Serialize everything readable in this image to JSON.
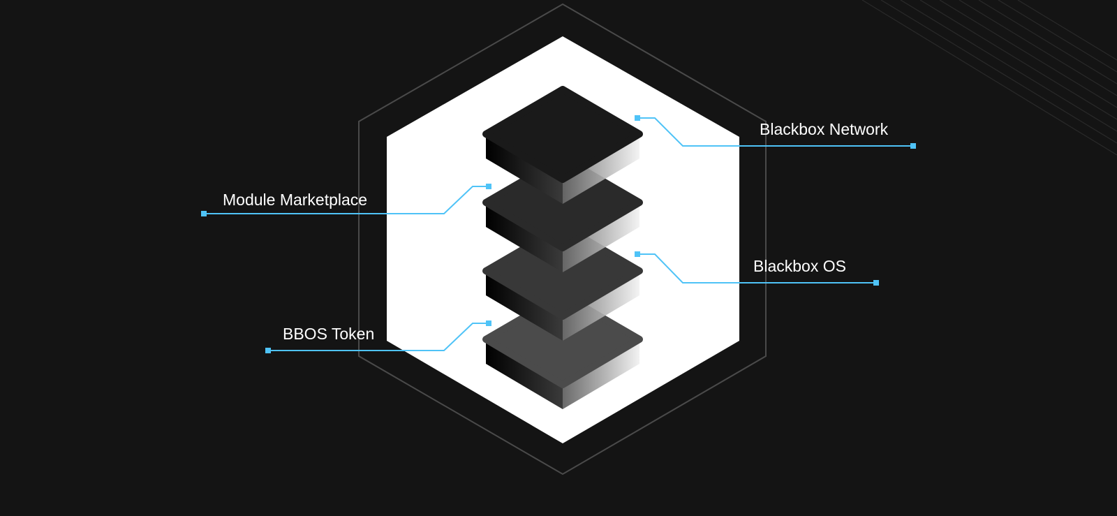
{
  "colors": {
    "background": "#141414",
    "accent": "#4fc3f7",
    "hexagon_fill": "#ffffff",
    "hexagon_outline": "#4a4a4a"
  },
  "layers": [
    {
      "id": "top",
      "color": "#1a1a1a"
    },
    {
      "id": "second",
      "color": "#2a2a2a"
    },
    {
      "id": "third",
      "color": "#383838"
    },
    {
      "id": "bottom",
      "color": "#4b4b4b"
    }
  ],
  "labels": {
    "blackbox_network": "Blackbox Network",
    "module_marketplace": "Module Marketplace",
    "blackbox_os": "Blackbox OS",
    "bbos_token": "BBOS Token"
  }
}
